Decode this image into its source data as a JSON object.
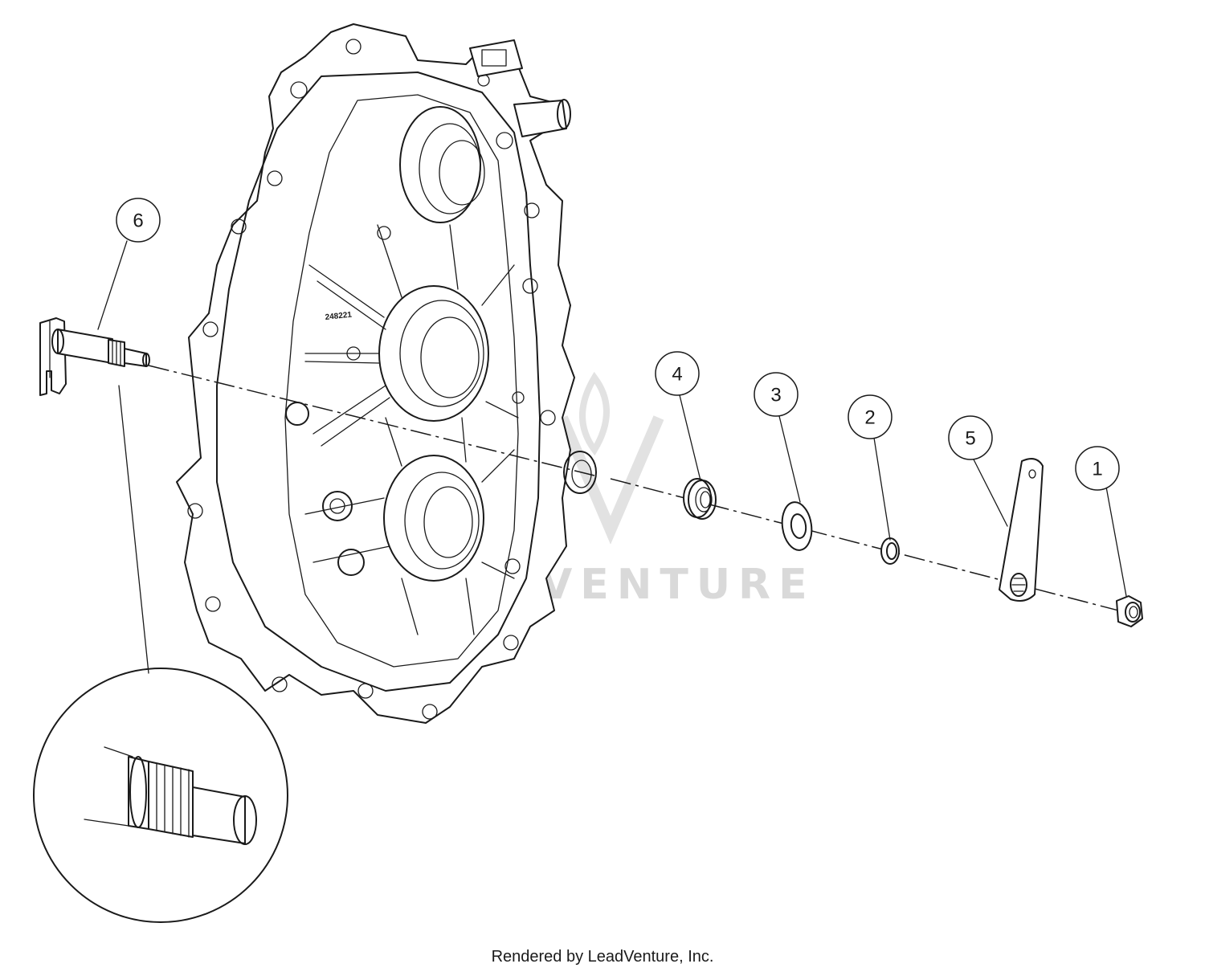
{
  "diagram": {
    "callouts": [
      {
        "label": "1"
      },
      {
        "label": "2"
      },
      {
        "label": "3"
      },
      {
        "label": "4"
      },
      {
        "label": "5"
      },
      {
        "label": "6"
      }
    ],
    "casting_part_number": "248221",
    "watermark": "LEADVENTURE",
    "credit": "Rendered by LeadVenture, Inc."
  }
}
